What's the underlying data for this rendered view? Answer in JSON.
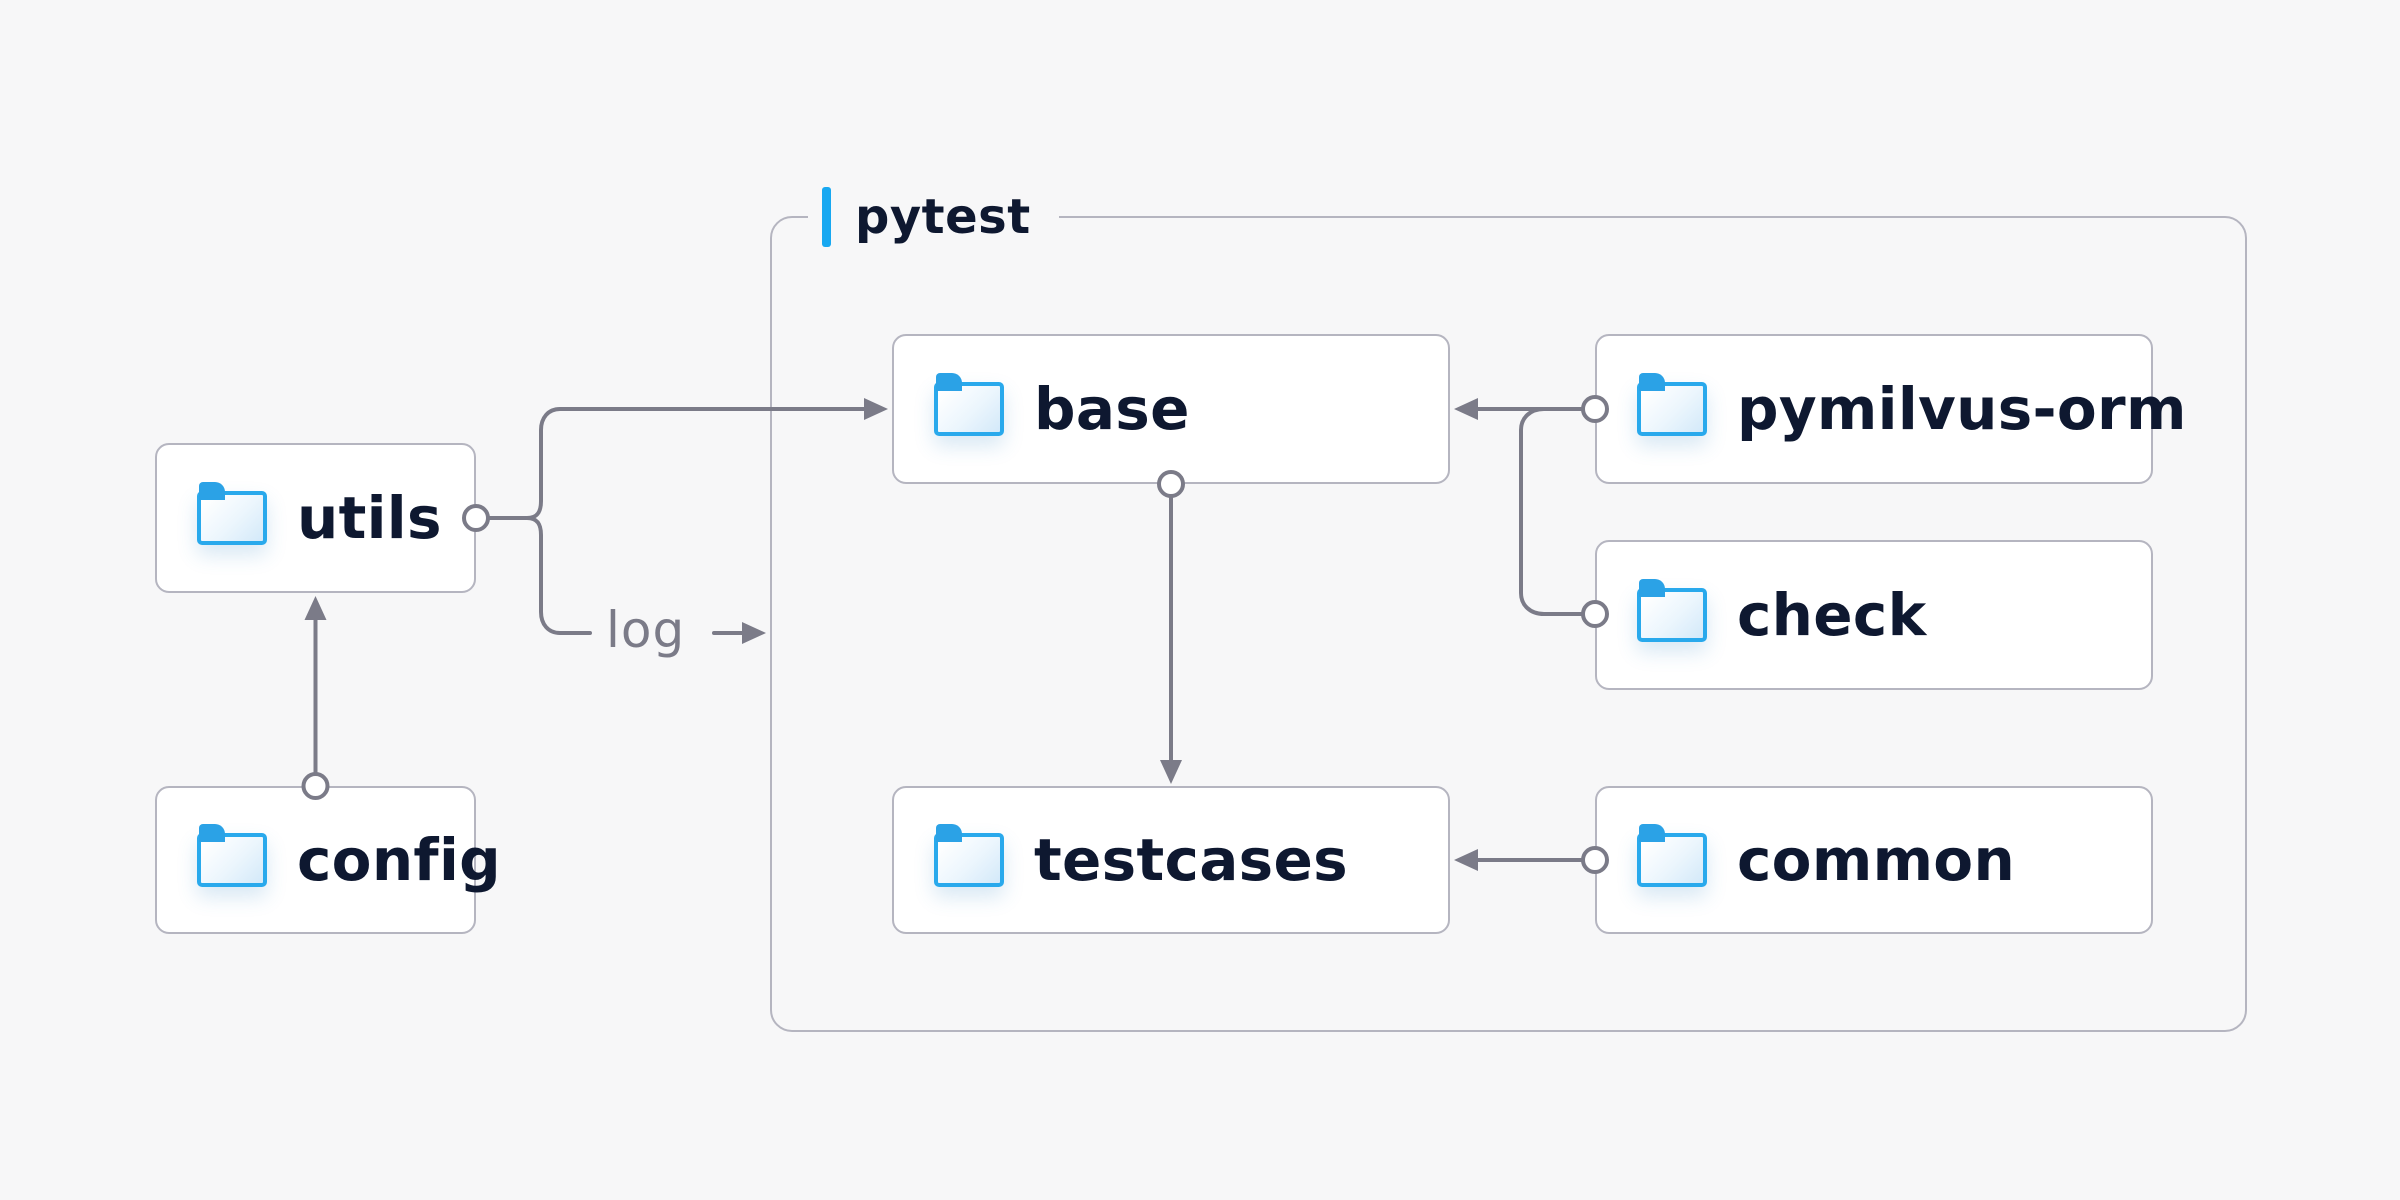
{
  "group": {
    "label": "pytest",
    "accent_icon": "accent-bar"
  },
  "nodes": {
    "utils": {
      "label": "utils",
      "icon": "folder-icon"
    },
    "config": {
      "label": "config",
      "icon": "folder-icon"
    },
    "base": {
      "label": "base",
      "icon": "folder-icon"
    },
    "pymilvus_orm": {
      "label": "pymilvus-orm",
      "icon": "folder-icon"
    },
    "check": {
      "label": "check",
      "icon": "folder-icon"
    },
    "testcases": {
      "label": "testcases",
      "icon": "folder-icon"
    },
    "common": {
      "label": "common",
      "icon": "folder-icon"
    }
  },
  "edges": {
    "log_label": "log",
    "connections": [
      {
        "from": "config",
        "to": "utils",
        "type": "arrow"
      },
      {
        "from": "utils",
        "to": "base",
        "type": "arrow"
      },
      {
        "from": "utils",
        "to": "pytest-border",
        "type": "labeled-arrow",
        "label": "log"
      },
      {
        "from": "base",
        "to": "testcases",
        "type": "arrow"
      },
      {
        "from": "pymilvus-orm",
        "to": "base",
        "type": "arrow"
      },
      {
        "from": "check",
        "to": "base",
        "type": "arrow"
      },
      {
        "from": "common",
        "to": "testcases",
        "type": "arrow"
      }
    ]
  },
  "colors": {
    "background": "#f7f7f8",
    "node_background": "#ffffff",
    "node_border": "#b5b5c0",
    "group_border": "#b5b5c0",
    "connector_gray": "#7b7b88",
    "text_navy": "#0e1830",
    "accent_blue": "#18a8f1",
    "folder_blue": "#29a9ec"
  }
}
